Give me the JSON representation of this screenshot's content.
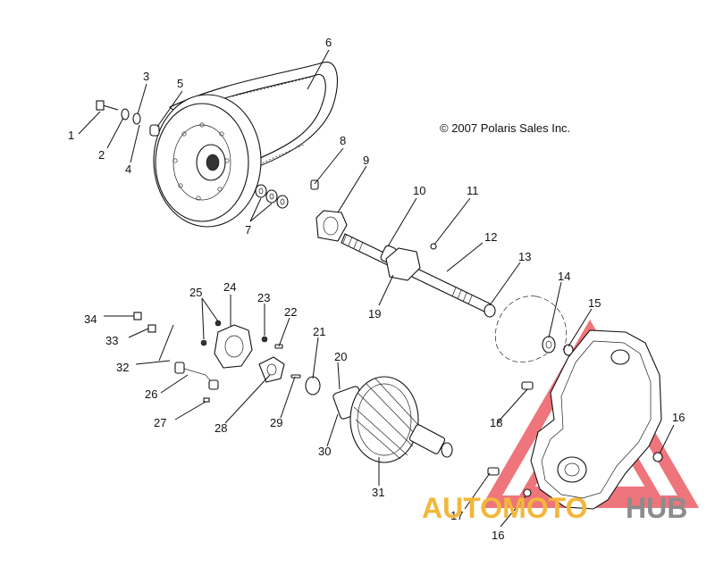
{
  "copyright": "© 2007 Polaris Sales Inc.",
  "callouts": [
    {
      "id": "1",
      "label": "1"
    },
    {
      "id": "2",
      "label": "2"
    },
    {
      "id": "3",
      "label": "3"
    },
    {
      "id": "4",
      "label": "4"
    },
    {
      "id": "5",
      "label": "5"
    },
    {
      "id": "6",
      "label": "6"
    },
    {
      "id": "7",
      "label": "7"
    },
    {
      "id": "8",
      "label": "8"
    },
    {
      "id": "9",
      "label": "9"
    },
    {
      "id": "10",
      "label": "10"
    },
    {
      "id": "11",
      "label": "11"
    },
    {
      "id": "12",
      "label": "12"
    },
    {
      "id": "13",
      "label": "13"
    },
    {
      "id": "14",
      "label": "14"
    },
    {
      "id": "15",
      "label": "15"
    },
    {
      "id": "16a",
      "label": "16"
    },
    {
      "id": "16b",
      "label": "16"
    },
    {
      "id": "17",
      "label": "17"
    },
    {
      "id": "18",
      "label": "18"
    },
    {
      "id": "19",
      "label": "19"
    },
    {
      "id": "20",
      "label": "20"
    },
    {
      "id": "21",
      "label": "21"
    },
    {
      "id": "22",
      "label": "22"
    },
    {
      "id": "23",
      "label": "23"
    },
    {
      "id": "24",
      "label": "24"
    },
    {
      "id": "25",
      "label": "25"
    },
    {
      "id": "26",
      "label": "26"
    },
    {
      "id": "27",
      "label": "27"
    },
    {
      "id": "28",
      "label": "28"
    },
    {
      "id": "29",
      "label": "29"
    },
    {
      "id": "30",
      "label": "30"
    },
    {
      "id": "31",
      "label": "31"
    },
    {
      "id": "32",
      "label": "32"
    },
    {
      "id": "33",
      "label": "33"
    },
    {
      "id": "34",
      "label": "34"
    }
  ],
  "watermark": {
    "word_auto": "AUTOMOTO",
    "word_hub": "HUB",
    "colors": {
      "auto": "#f2b73b",
      "hub": "#8c8c8c",
      "logo": "#e8474f"
    }
  }
}
